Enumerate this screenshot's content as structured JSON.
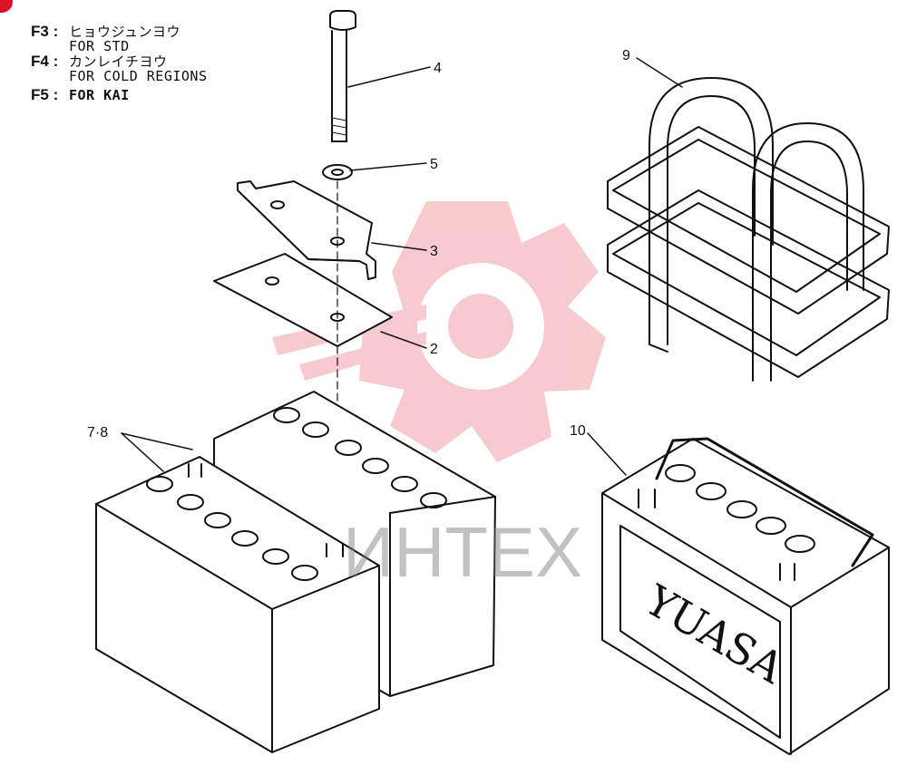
{
  "legend": [
    {
      "code": "F3",
      "line1": "ヒョウジュンヨウ",
      "line2": "FOR STD"
    },
    {
      "code": "F4",
      "line1": "カンレイチヨウ",
      "line2": "FOR COLD REGIONS"
    },
    {
      "code": "F5",
      "line1": "FOR KAI",
      "line2": ""
    }
  ],
  "legend_separator": ":",
  "callouts": {
    "part_2": "2",
    "part_3": "3",
    "part_4": "4",
    "part_5": "5",
    "part_7_8": "7·8",
    "part_9": "9",
    "part_10": "10"
  },
  "battery_brand": "YUASA",
  "watermark": "ИНТЕХ",
  "colors": {
    "line": "#111111",
    "watermark_red": "#f2a0a8",
    "corner_dot": "#e0102a"
  }
}
